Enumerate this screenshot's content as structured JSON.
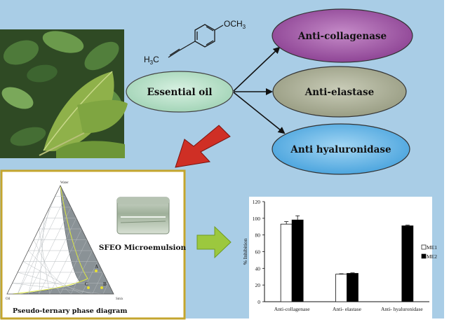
{
  "colors": {
    "background": "#a9cde6",
    "essential_oil": "#b7e2c8",
    "anti_collagenase": "#a15aa6",
    "anti_elastase": "#aeb29b",
    "anti_hyaluronidase": "#66b8e8",
    "big_arrow": "#cf2f25",
    "small_arrow": "#9cc83e",
    "panel_border": "#c4a52e",
    "me1": "#ffffff",
    "me2": "#000000"
  },
  "molecule": {
    "methoxy": "OCH",
    "methoxy_sub": "3",
    "methyl": "H",
    "methyl_sub": "3",
    "methyl_c": "C"
  },
  "nodes": {
    "essential_oil": "Essential oil",
    "anti_collagenase": "Anti-collagenase",
    "anti_elastase": "Anti-elastase",
    "anti_hyaluronidase": "Anti hyaluronidase"
  },
  "phase_diagram": {
    "caption": "Pseudo-ternary phase diagram",
    "apex_label": "Water",
    "left_label": "Oil",
    "right_label": "Smix",
    "points": [
      "A",
      "B",
      "C"
    ]
  },
  "microemulsion_label": "SFEO Microemulsion",
  "chart_data": {
    "type": "bar",
    "categories": [
      "Anti-collagenase",
      "Anti- elastase",
      "Anti- hyaluronidase"
    ],
    "series": [
      {
        "name": "ME1",
        "values": [
          93,
          33,
          null
        ],
        "errors": [
          3,
          0.5,
          null
        ]
      },
      {
        "name": "ME2",
        "values": [
          98,
          34,
          91
        ],
        "errors": [
          5,
          0.6,
          0.8
        ]
      }
    ],
    "ylabel": "% Inhibition",
    "ylim": [
      0,
      120
    ],
    "yticks": [
      0,
      20,
      40,
      60,
      80,
      100,
      120
    ],
    "legend": "right"
  }
}
